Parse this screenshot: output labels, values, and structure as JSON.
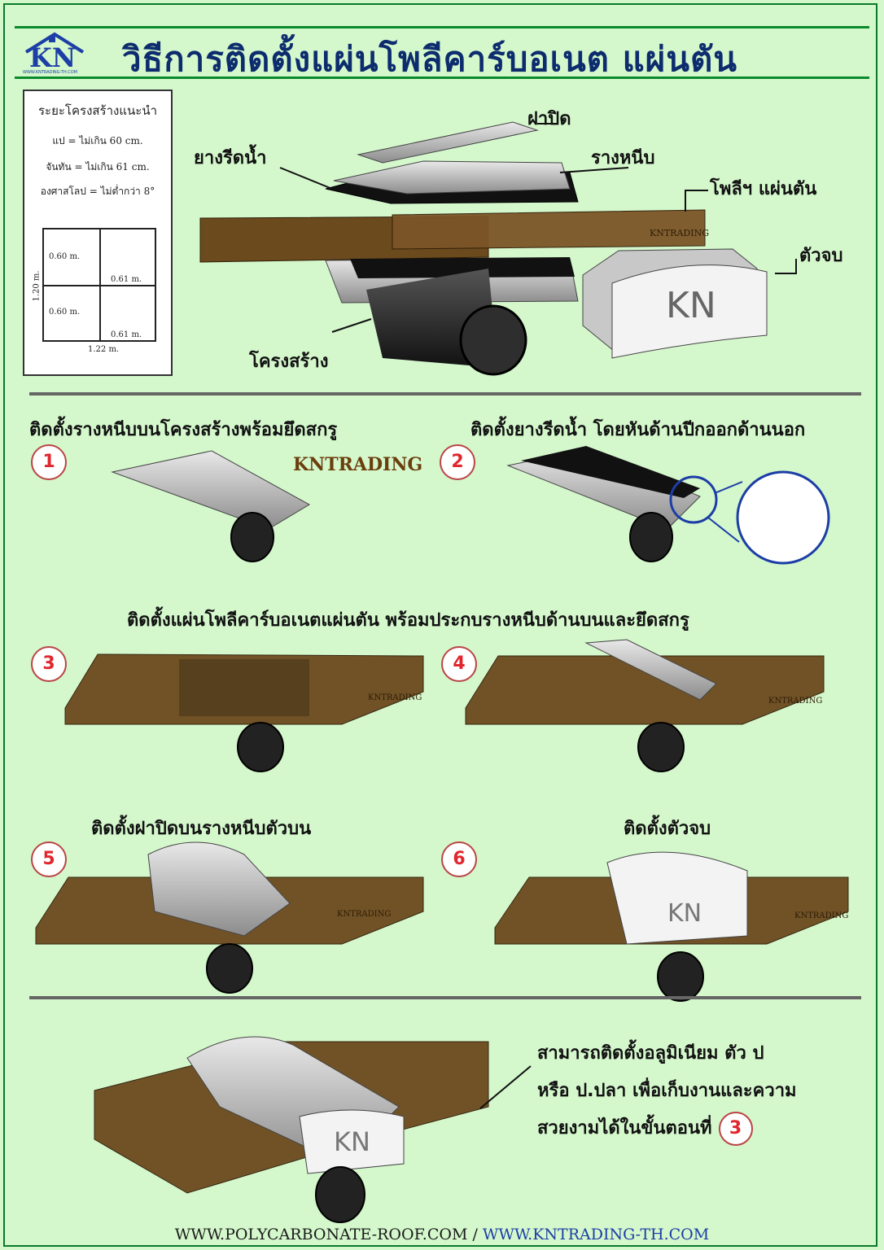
{
  "header": {
    "logo_text": "KN",
    "logo_subtext": "WWW.KNTRADING-TH.COM",
    "title": "วิธีการติดตั้งแผ่นโพลีคาร์บอเนต แผ่นตัน"
  },
  "spec_box": {
    "heading": "ระยะโครงสร้างแนะนำ",
    "lines": [
      "แป = ไม่เกิน 60 cm.",
      "จันทัน = ไม่เกิน 61 cm.",
      "องศาสโลป = ไม่ต่ำกว่า 8°"
    ],
    "dims": {
      "h1": "0.60 m.",
      "h2": "0.60 m.",
      "w1": "0.61 m.",
      "w2": "0.61 m.",
      "total_h": "1.20 m.",
      "total_w": "1.22 m."
    }
  },
  "parts": {
    "cap": "ฝาปิด",
    "rubber": "ยางรีดน้ำ",
    "clamp": "รางหนีบ",
    "sheet": "โพลีฯ แผ่นตัน",
    "end_cap": "ตัวจบ",
    "structure": "โครงสร้าง",
    "end_cap_logo": "KN",
    "sheet_brand": "KNTRADING"
  },
  "brand_mark": "KNTRADING",
  "steps": [
    {
      "num": "1",
      "title": "ติดตั้งรางหนีบบนโครงสร้างพร้อมยึดสกรู"
    },
    {
      "num": "2",
      "title": "ติดตั้งยางรีดน้ำ โดยหันด้านปีกออกด้านนอก"
    },
    {
      "num": "3",
      "title": "ติดตั้งแผ่นโพลีคาร์บอเนตแผ่นตัน พร้อมประกบรางหนีบด้านบนและยึดสกรู"
    },
    {
      "num": "4",
      "title": ""
    },
    {
      "num": "5",
      "title": "ติดตั้งฝาปิดบนรางหนีบตัวบน"
    },
    {
      "num": "6",
      "title": "ติดตั้งตัวจบ"
    }
  ],
  "note": {
    "lines": [
      "สามารถติดตั้งอลูมิเนียม ตัว ป",
      "หรือ ป.ปลา เพื่อเก็บงานและความ",
      "สวยงามได้ในขั้นตอนที่"
    ],
    "step_ref": "3"
  },
  "footer": {
    "site1": "WWW.POLYCARBONATE-ROOF.COM /",
    "site2": "WWW.KNTRADING-TH.COM"
  },
  "colors": {
    "title": "#0d2c6e",
    "frame": "#0a7a2a",
    "background": "#d4f7cc",
    "step_num": "#e2262e",
    "sheet": "#6b4a1e"
  }
}
